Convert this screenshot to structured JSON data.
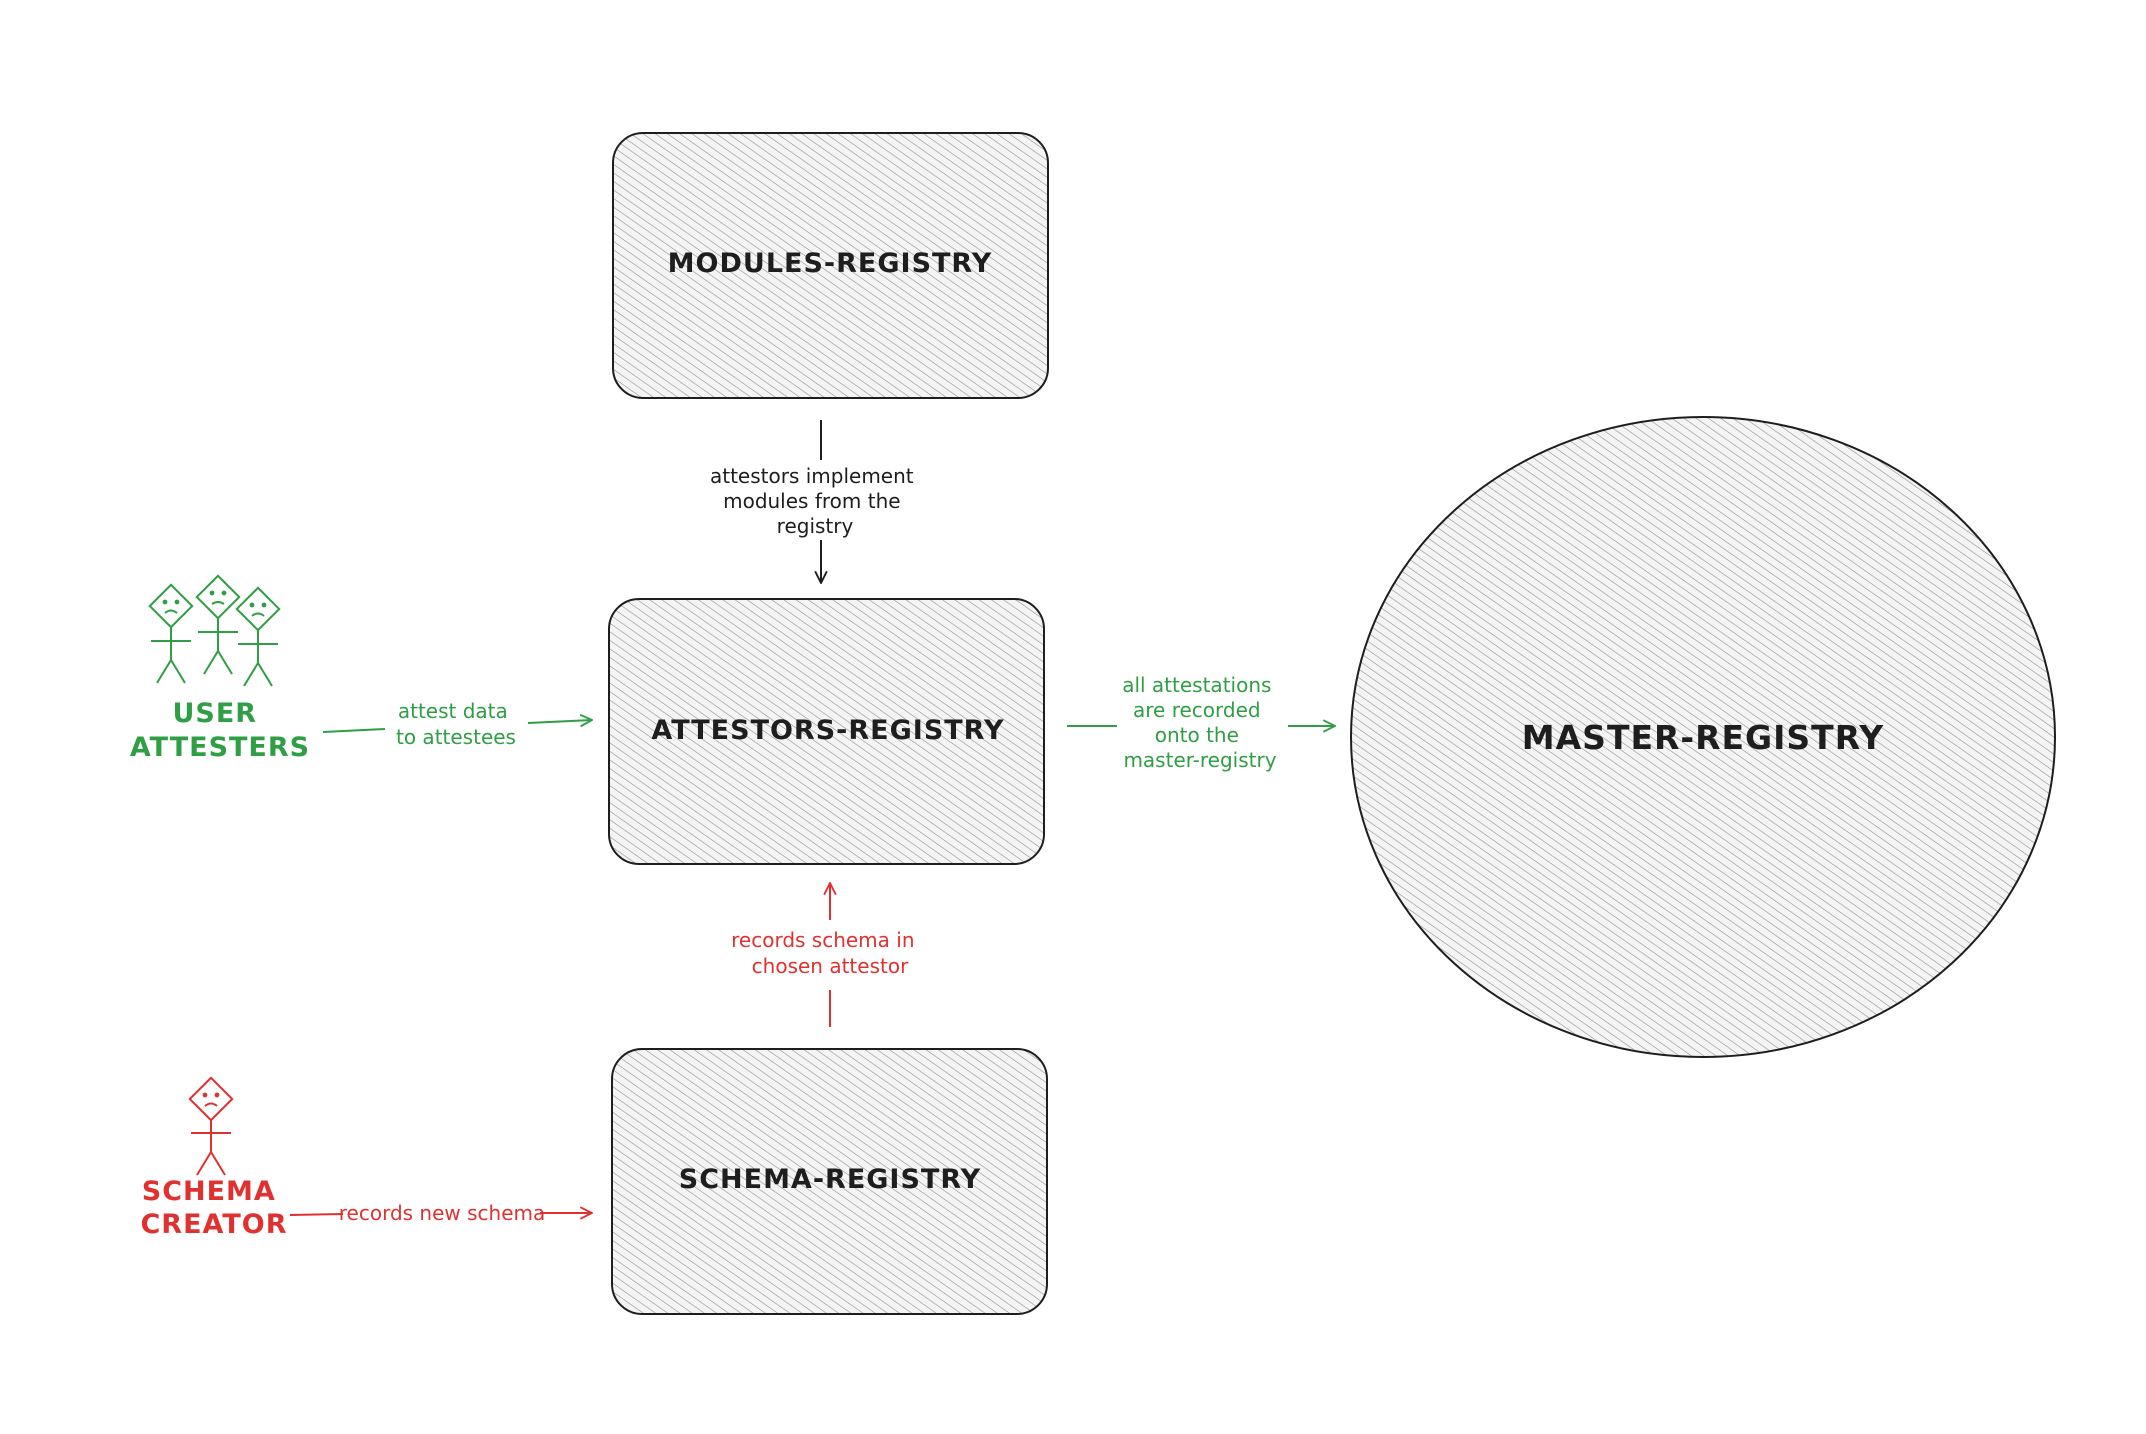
{
  "colors": {
    "green": "#2f9e44",
    "red": "#e03131",
    "dark": "#1e1e1e",
    "fill": "#e8e8e8"
  },
  "nodes": {
    "modules": "MODULES-REGISTRY",
    "attestors": "ATTESTORS-REGISTRY",
    "schema": "SCHEMA-REGISTRY",
    "master": "MASTER-REGISTRY"
  },
  "actors": {
    "user_attesters": {
      "line1": "USER",
      "line2": "ATTESTERS"
    },
    "schema_creator": {
      "line1": "SCHEMA",
      "line2": "CREATOR"
    }
  },
  "edges": {
    "modules_to_attestors": [
      "attestors implement",
      "modules from the",
      "registry"
    ],
    "users_to_attestors": [
      "attest data",
      "to attestees"
    ],
    "attestors_to_master": [
      "all attestations",
      "are recorded",
      "onto the",
      "master-registry"
    ],
    "schema_to_attestors": [
      "records schema in",
      "chosen attestor"
    ],
    "creator_to_schema": [
      "records new schema"
    ]
  }
}
